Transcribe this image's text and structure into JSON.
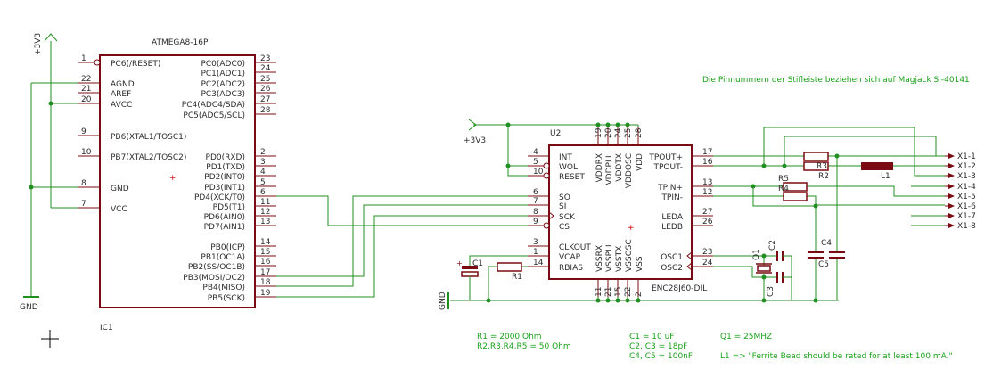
{
  "ic1": {
    "name": "ATMEGA8-16P",
    "ref": "IC1",
    "left_pins": [
      {
        "num": "1",
        "name": "PC6(/RESET)"
      },
      {
        "num": "22",
        "name": "AGND"
      },
      {
        "num": "21",
        "name": "AREF"
      },
      {
        "num": "20",
        "name": "AVCC"
      },
      {
        "num": "9",
        "name": "PB6(XTAL1/TOSC1)"
      },
      {
        "num": "10",
        "name": "PB7(XTAL2/TOSC2)"
      },
      {
        "num": "8",
        "name": "GND"
      },
      {
        "num": "7",
        "name": "VCC"
      }
    ],
    "right_pins": [
      {
        "num": "23",
        "name": "PC0(ADC0)"
      },
      {
        "num": "24",
        "name": "PC1(ADC1)"
      },
      {
        "num": "25",
        "name": "PC2(ADC2)"
      },
      {
        "num": "26",
        "name": "PC3(ADC3)"
      },
      {
        "num": "27",
        "name": "PC4(ADC4/SDA)"
      },
      {
        "num": "28",
        "name": "PC5(ADC5/SCL)"
      },
      {
        "num": "2",
        "name": "PD0(RXD)"
      },
      {
        "num": "3",
        "name": "PD1(TXD)"
      },
      {
        "num": "4",
        "name": "PD2(INT0)"
      },
      {
        "num": "5",
        "name": "PD3(INT1)"
      },
      {
        "num": "6",
        "name": "PD4(XCK/T0)"
      },
      {
        "num": "11",
        "name": "PD5(T1)"
      },
      {
        "num": "12",
        "name": "PD6(AIN0)"
      },
      {
        "num": "13",
        "name": "PD7(AIN1)"
      },
      {
        "num": "14",
        "name": "PB0(ICP)"
      },
      {
        "num": "15",
        "name": "PB1(OC1A)"
      },
      {
        "num": "16",
        "name": "PB2(SS/OC1B)"
      },
      {
        "num": "17",
        "name": "PB3(MOSI/OC2)"
      },
      {
        "num": "18",
        "name": "PB4(MISO)"
      },
      {
        "num": "19",
        "name": "PB5(SCK)"
      }
    ]
  },
  "u2": {
    "ref": "U2",
    "name": "ENC28J60-DIL",
    "left_pins": [
      {
        "num": "4",
        "name": "INT"
      },
      {
        "num": "5",
        "name": "WOL"
      },
      {
        "num": "10",
        "name": "RESET"
      },
      {
        "num": "6",
        "name": "SO"
      },
      {
        "num": "7",
        "name": "SI"
      },
      {
        "num": "8",
        "name": "SCK"
      },
      {
        "num": "9",
        "name": "CS"
      },
      {
        "num": "3",
        "name": "CLKOUT"
      },
      {
        "num": "1",
        "name": "VCAP"
      },
      {
        "num": "14",
        "name": "RBIAS"
      }
    ],
    "right_pins": [
      {
        "num": "17",
        "name": "TPOUT+"
      },
      {
        "num": "16",
        "name": "TPOUT-"
      },
      {
        "num": "13",
        "name": "TPIN+"
      },
      {
        "num": "12",
        "name": "TPIN-"
      },
      {
        "num": "27",
        "name": "LEDA"
      },
      {
        "num": "26",
        "name": "LEDB"
      },
      {
        "num": "23",
        "name": "OSC1"
      },
      {
        "num": "24",
        "name": "OSC2"
      }
    ],
    "top_pins": [
      {
        "num": "19",
        "name": "VDDRX"
      },
      {
        "num": "20",
        "name": "VDDPLL"
      },
      {
        "num": "24",
        "name": "VDDTX"
      },
      {
        "num": "25",
        "name": "VDDOSC"
      },
      {
        "num": "28",
        "name": "VDD"
      }
    ],
    "bottom_pins": [
      {
        "num": "11",
        "name": "VSSRX"
      },
      {
        "num": "21",
        "name": "VSSPLL"
      },
      {
        "num": "15",
        "name": "VSSTX"
      },
      {
        "num": "22",
        "name": "VSSOSC"
      },
      {
        "num": "2",
        "name": "VSS"
      }
    ]
  },
  "power": {
    "vcc_left": "+3V3",
    "vcc_mid": "+3V3",
    "gnd_left": "GND",
    "gnd_mid": "GND"
  },
  "parts": {
    "c1": "C1",
    "r1": "R1",
    "q1": "Q1",
    "c2": "C2",
    "c3": "C3",
    "r2": "R2",
    "r3": "R3",
    "r4": "R4",
    "r5": "R5",
    "l1": "L1",
    "c4": "C4",
    "c5": "C5"
  },
  "connector": [
    "X1-1",
    "X1-2",
    "X1-3",
    "X1-4",
    "X1-5",
    "X1-6",
    "X1-7",
    "X1-8"
  ],
  "note_top": "Die Pinnummern der Stifleiste beziehen sich auf Magjack SI-40141",
  "notes_bottom": {
    "r1": "R1 = 2000 Ohm",
    "r2345": "R2,R3,R4,R5 = 50 Ohm",
    "c1": "C1 = 10 uF",
    "c23": "C2, C3 = 18pF",
    "c45": "C4, C5 = 100nF",
    "q1": "Q1 = 25MHZ",
    "l1": "L1 => \"Ferrite Bead should be rated for at least 100 mA.\""
  },
  "colors": {
    "wire": "#1f8f1f",
    "component": "#7a0b12",
    "text": "#2b2b2b",
    "note": "#1aa11a"
  }
}
